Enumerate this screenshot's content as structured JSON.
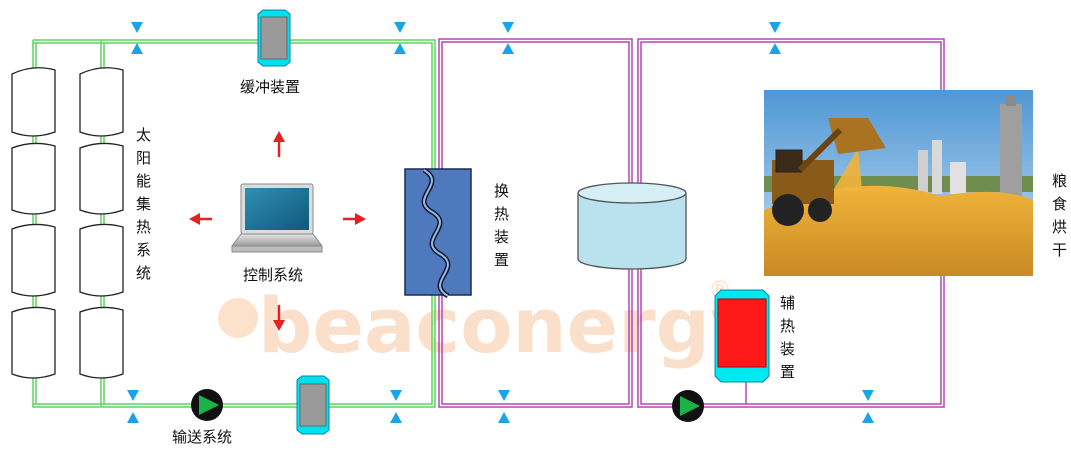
{
  "labels": {
    "buffer": "缓冲装置",
    "solar_collector": "太阳能集热系统",
    "control": "控制系统",
    "heat_exchanger": "换热装置",
    "aux_heater": "辅热装置",
    "grain_drying": "粮食烘干",
    "transport": "输送系统"
  },
  "watermark": "beaconergy",
  "colors": {
    "collector_loop": "#5cd65c",
    "heat_loop": "#b545b5",
    "valve": "#1aa3e8",
    "arrow": "#e52222",
    "pump": "#19b34a",
    "exchanger": "#4f79bd",
    "aux_heater": "#ff1a1a",
    "tank": "#b9e2ee"
  },
  "icons": {
    "pump": "pump-icon",
    "valve": "valve-icon",
    "computer": "laptop-icon",
    "grain_photo": "grain-pile-photo"
  }
}
